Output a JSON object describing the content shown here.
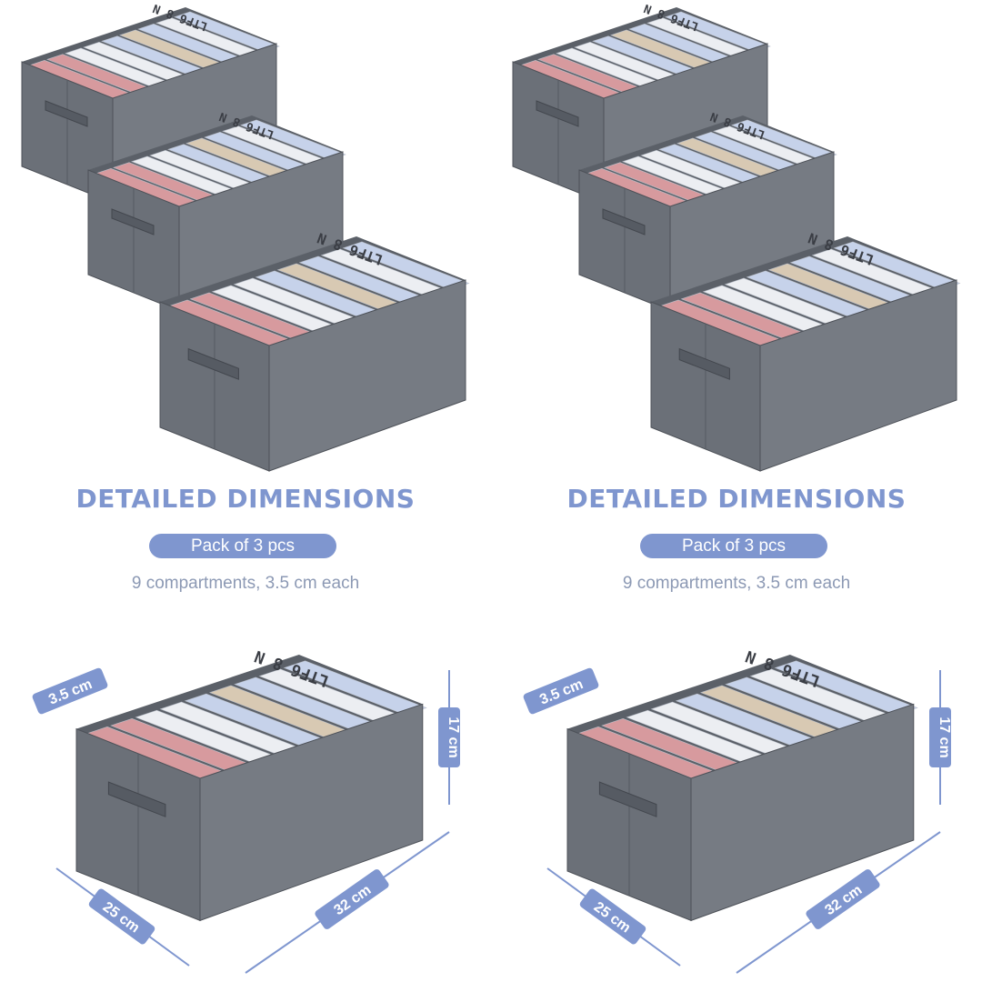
{
  "panels": [
    {
      "heading": "DETAILED DIMENSIONS",
      "pack_label": "Pack of 3 pcs",
      "compartments_text": "9 compartments, 3.5 cm each",
      "dimensions": {
        "compartment": "3.5 cm",
        "height": "17 cm",
        "depth": "25 cm",
        "width": "32 cm"
      },
      "box_print": "LTF6 8 N"
    },
    {
      "heading": "DETAILED DIMENSIONS",
      "pack_label": "Pack of 3 pcs",
      "compartments_text": "9 compartments, 3.5 cm each",
      "dimensions": {
        "compartment": "3.5 cm",
        "height": "17 cm",
        "depth": "25 cm",
        "width": "32 cm"
      },
      "box_print": "LTF6 8 N"
    }
  ],
  "colors": {
    "accent": "#7f96cf",
    "box_gray": "#6b7078",
    "text_muted": "#8c99b4",
    "clothes_pink": "#d79a9e",
    "clothes_white": "#eceef2",
    "clothes_blue": "#c6d2ea",
    "clothes_beige": "#d8c9b3"
  }
}
